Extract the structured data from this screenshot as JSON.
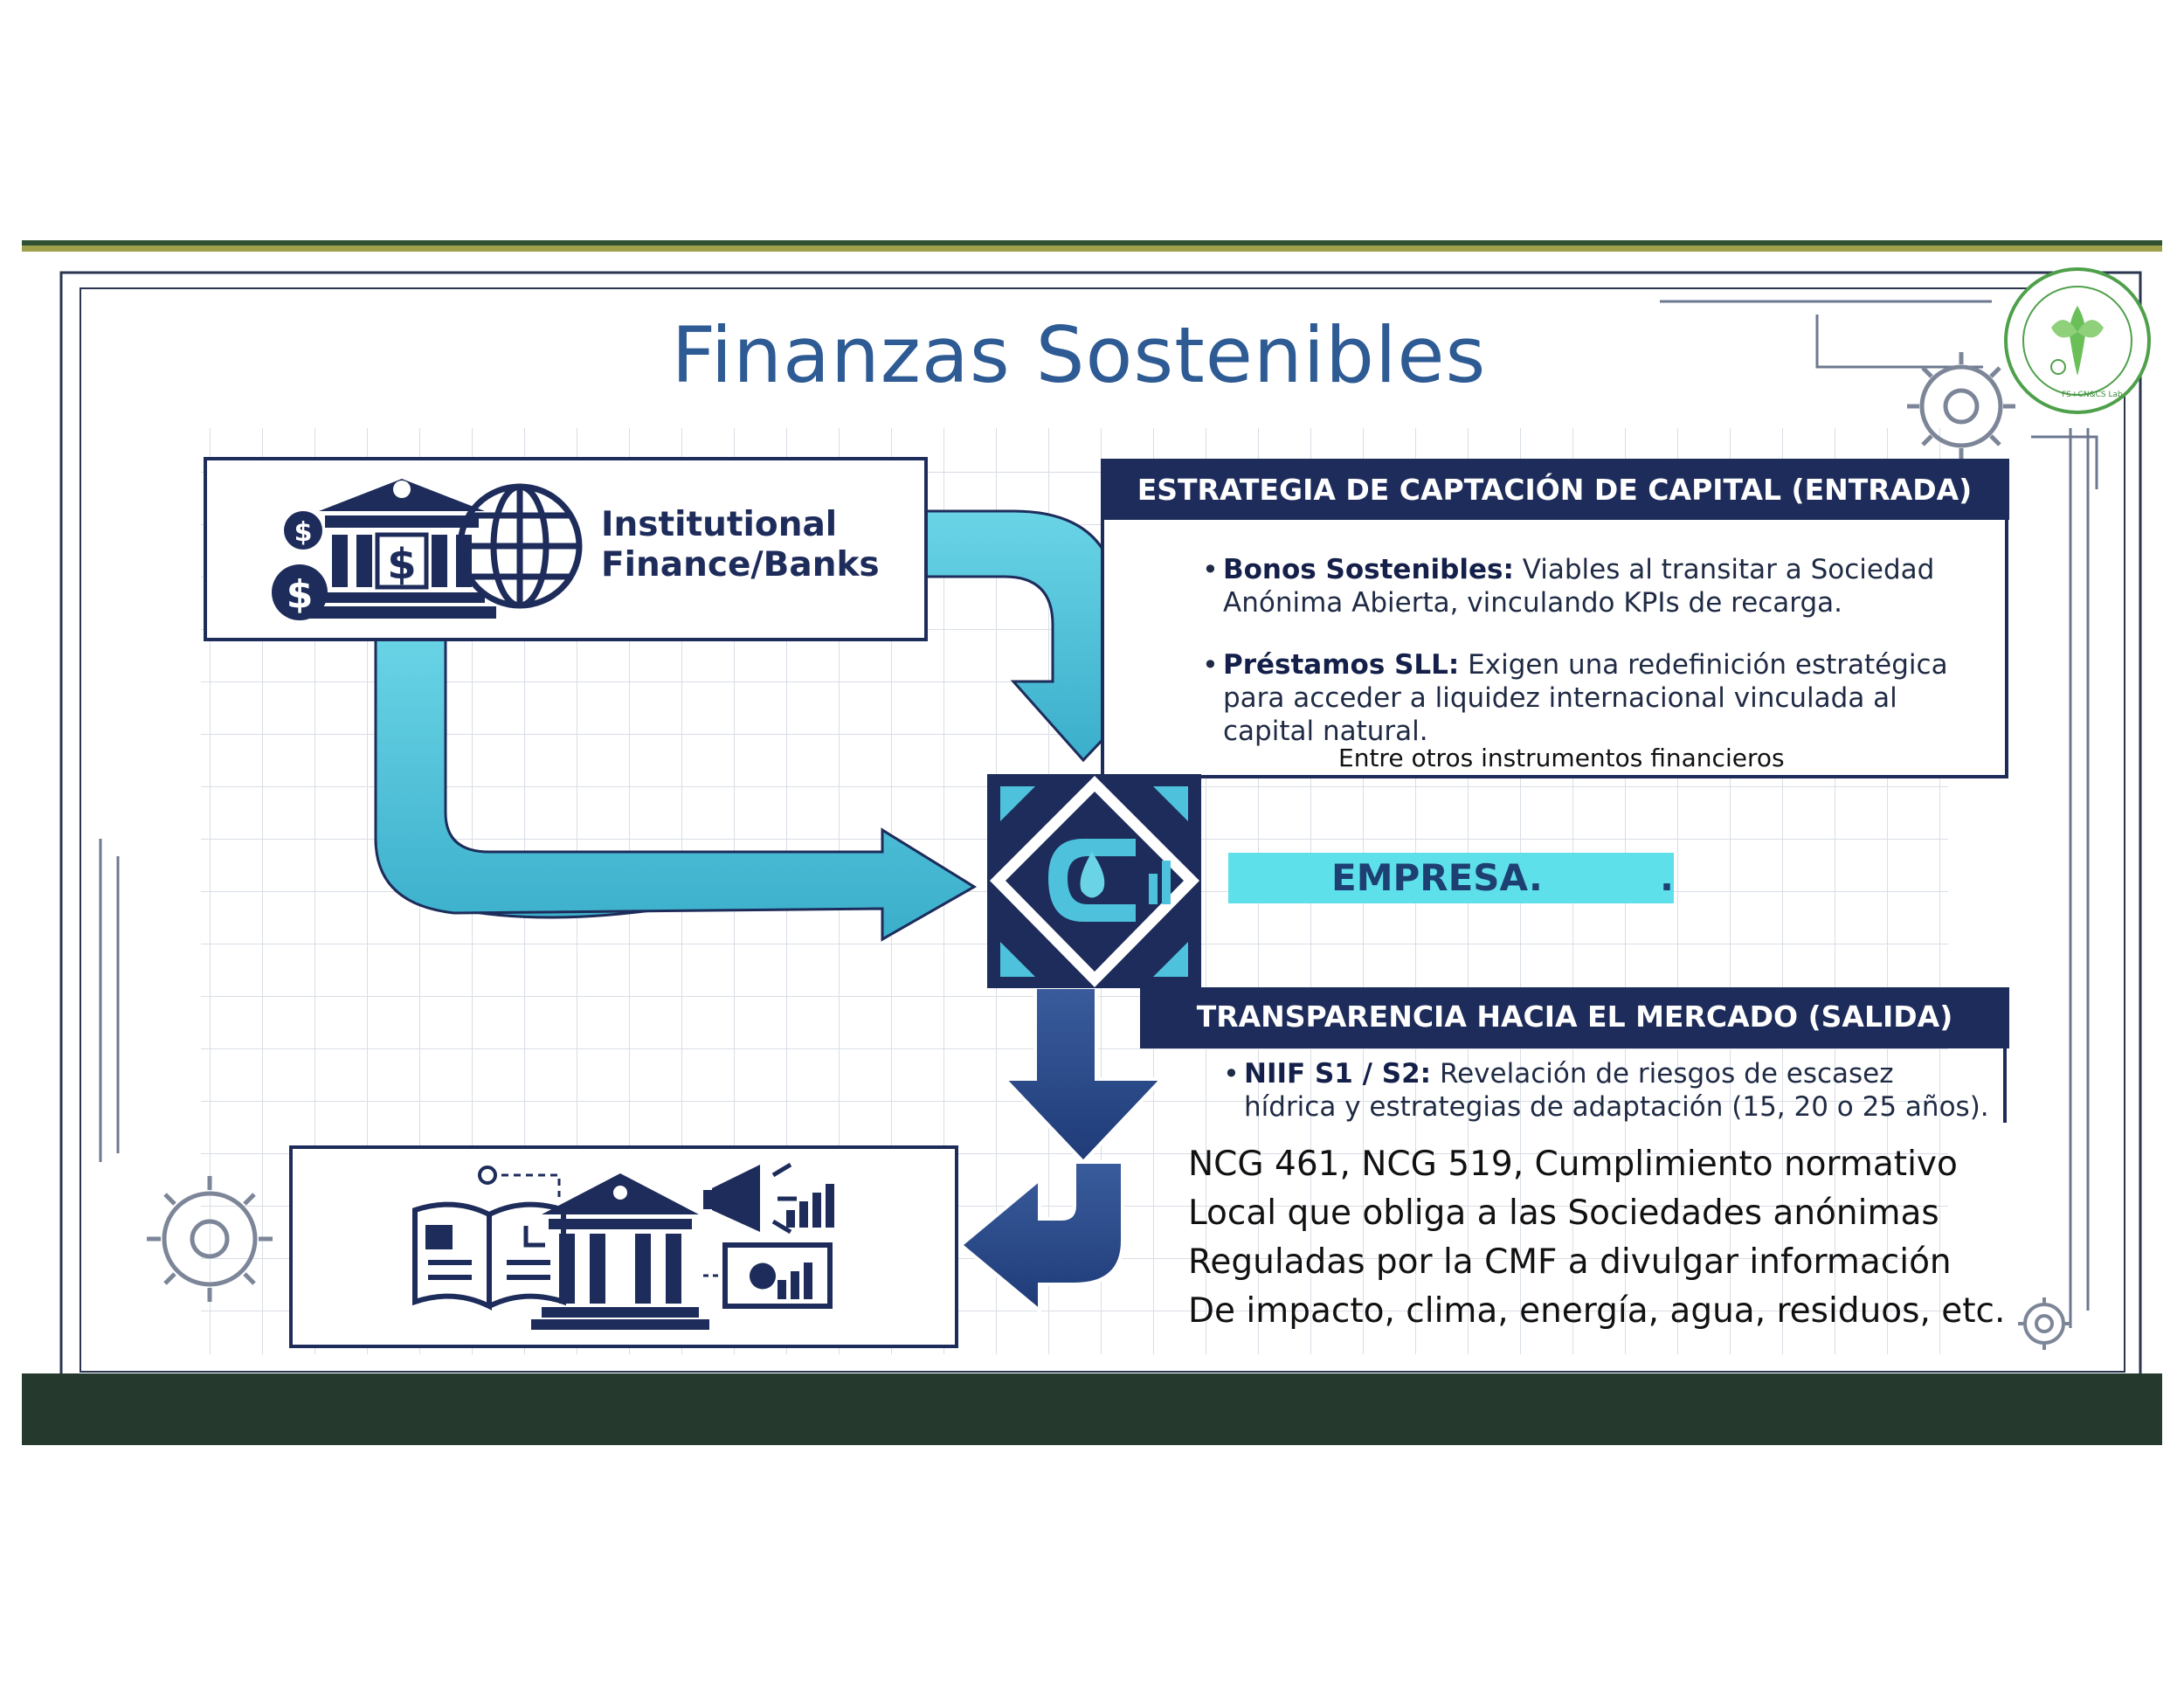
{
  "title": "Finanzas Sostenibles",
  "bank_box": {
    "label_line1": "Institutional",
    "label_line2": "Finance/Banks"
  },
  "entrada": {
    "heading": "ESTRATEGIA DE CAPTACIÓN DE CAPITAL (ENTRADA)",
    "bullets": [
      {
        "bold": "Bonos Sostenibles:",
        "line1": " Viables al transitar a Sociedad",
        "line2": "Anónima Abierta, vinculando KPIs de recarga."
      },
      {
        "bold": "Préstamos SLL:",
        "line1": " Exigen una redefinición estratégica",
        "line2": "para acceder a liquidez internacional vinculada al",
        "line3": "capital natural."
      }
    ],
    "note": "Entre otros instrumentos financieros"
  },
  "empresa": {
    "label": "EMPRESA.",
    "trailing": "."
  },
  "salida": {
    "heading": "TRANSPARENCIA HACIA EL MERCADO (SALIDA)",
    "bullet": {
      "bold": "NIIF S1 / S2:",
      "line1": " Revelación de riesgos de escasez",
      "line2": "hídrica y estrategias de adaptación (15, 20 o 25 años)."
    }
  },
  "ncg": {
    "line1": "NCG 461, NCG 519, Cumplimiento normativo",
    "line2": "Local que obliga a las Sociedades anónimas",
    "line3": "Reguladas por la CMF a divulgar información",
    "line4": "De impacto, clima, energía, agua, residuos, etc."
  },
  "seal": {
    "text": "FS+CN&CS Lab"
  },
  "icons": {
    "bank": "bank-building-icon",
    "dollar": "dollar-coin-icon",
    "globe": "globe-icon",
    "central": "company-water-logo-icon",
    "report": "open-report-icon",
    "megaphone": "megaphone-icon",
    "chart": "bar-chart-icon",
    "gear": "gear-icon"
  },
  "colors": {
    "navy": "#1d2c5a",
    "title_blue": "#2e5b94",
    "aqua": "#5ee0ea",
    "arrow_light": "#4ec2dc",
    "footer": "#25392d"
  }
}
